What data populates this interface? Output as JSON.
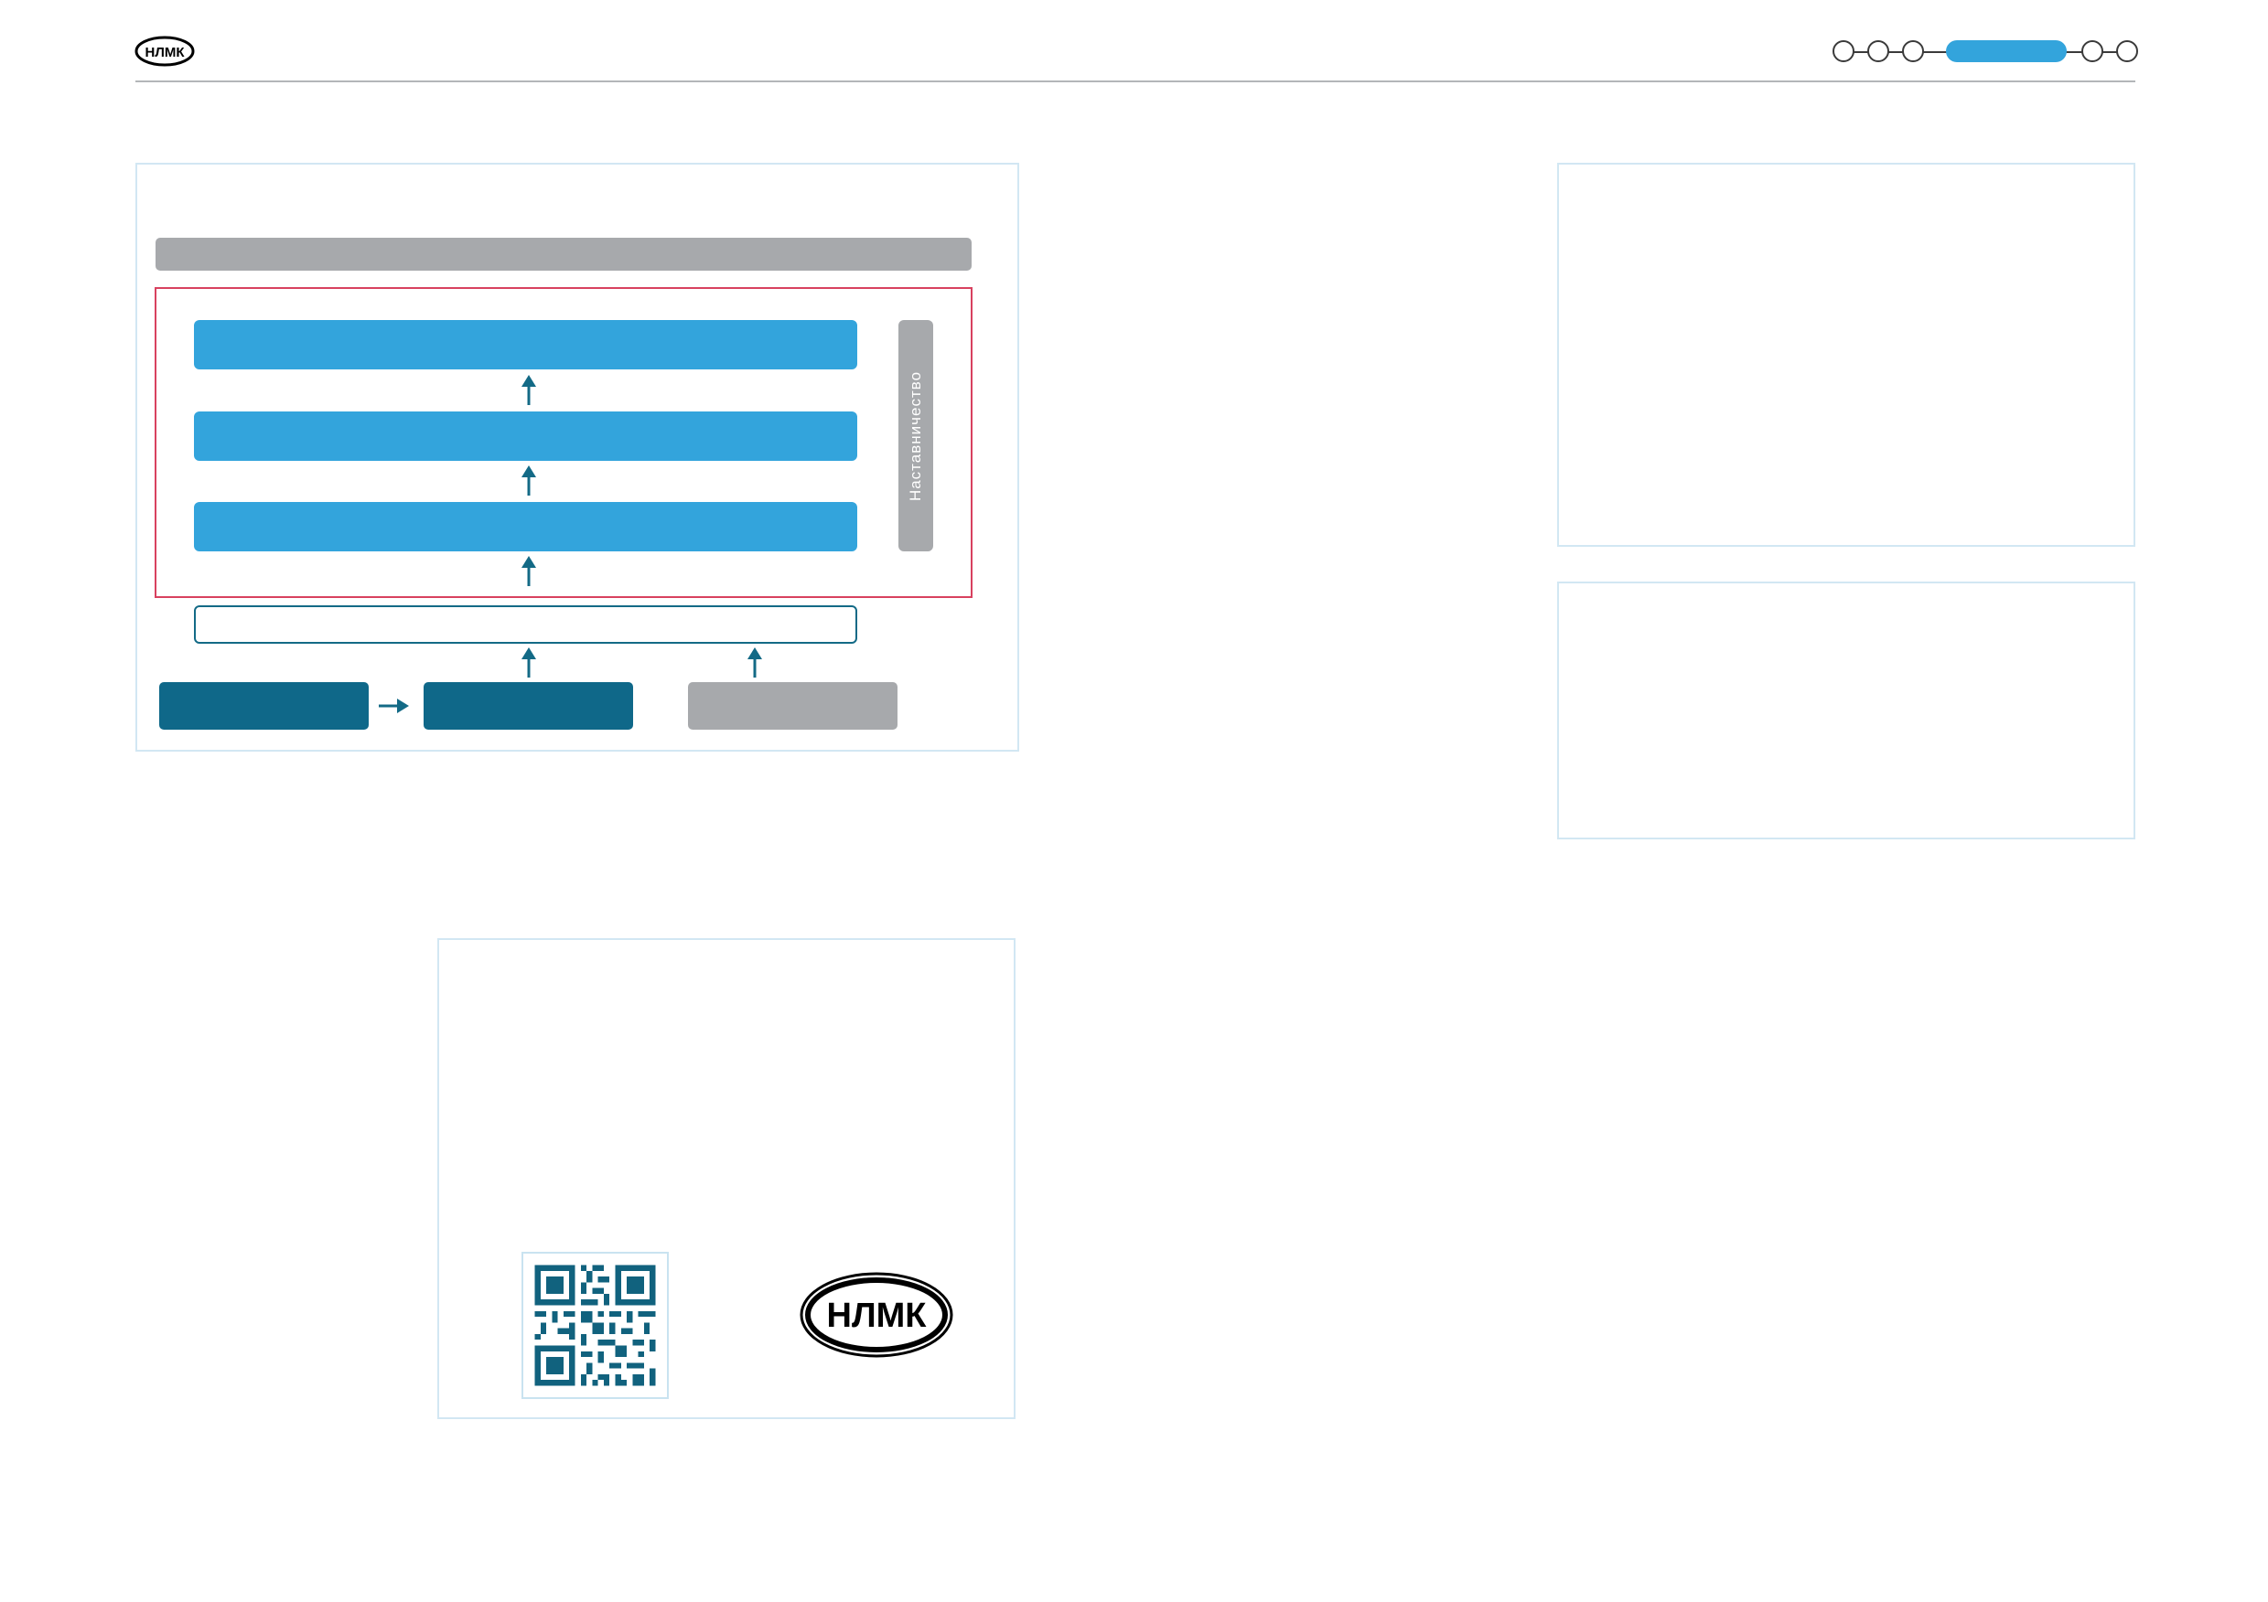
{
  "header": {
    "logo_text": "НЛМК",
    "progress": {
      "steps": 6,
      "active_step": 4
    }
  },
  "diagram": {
    "top_bar_label": "",
    "level_labels": [
      "",
      "",
      ""
    ],
    "side_label": "Наставничество",
    "base_label": "",
    "inputs": [
      "",
      "",
      ""
    ]
  },
  "footer_block": {
    "logo_text": "НЛМК"
  },
  "colors": {
    "accent_blue": "#33a4dc",
    "teal": "#0f6889",
    "grey": "#a7a9ac",
    "highlight_red": "#d8415f",
    "frame_border": "#d2e7f3"
  },
  "icons": [
    "logo-emblem",
    "qr-code",
    "arrow-up-icon",
    "arrow-right-icon"
  ]
}
